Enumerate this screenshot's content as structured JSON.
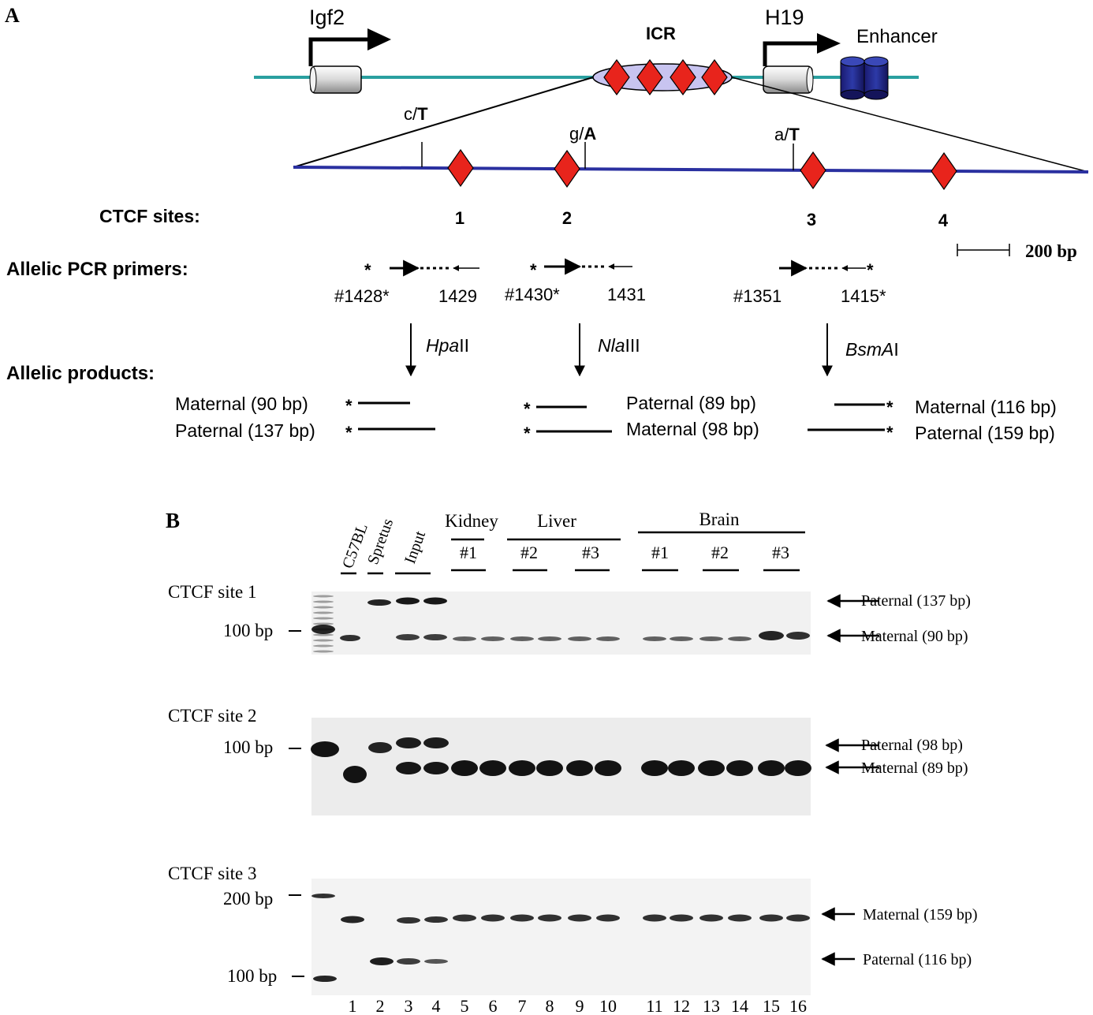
{
  "panel_a": {
    "label": "A",
    "genes": {
      "igf2": "Igf2",
      "h19": "H19",
      "icr": "ICR",
      "enhancer": "Enhancer"
    },
    "snps": [
      {
        "lower": "c/",
        "upper": "T"
      },
      {
        "lower": "g/",
        "upper": "A"
      },
      {
        "lower": "a/",
        "upper": "T"
      }
    ],
    "ctcf_label": "CTCF sites:",
    "ctcf_sites": [
      "1",
      "2",
      "3",
      "4"
    ],
    "scale_bar": "200 bp",
    "primers_label": "Allelic  PCR primers:",
    "primers": [
      {
        "fwd": "#1428*",
        "rev": "1429",
        "enzyme_it": "Hpa",
        "enzyme_rest": "II"
      },
      {
        "fwd": "#1430*",
        "rev": "1431",
        "enzyme_it": "Nla",
        "enzyme_rest": "III"
      },
      {
        "fwd": "#1351",
        "rev": "1415*",
        "enzyme_it": "BsmA",
        "enzyme_rest": "I"
      }
    ],
    "products_label": "Allelic products:",
    "products": [
      {
        "top": "Maternal (90 bp)",
        "bottom": "Paternal (137 bp)"
      },
      {
        "top": "Paternal (89 bp)",
        "bottom": "Maternal (98 bp)"
      },
      {
        "top": "Maternal (116 bp)",
        "bottom": "Paternal (159 bp)"
      }
    ],
    "star": "*"
  },
  "panel_b": {
    "label": "B",
    "lane_headers": {
      "c57bl": "C57BL",
      "spretus": "Spretus",
      "input": "Input",
      "kidney": "Kidney",
      "liver": "Liver",
      "brain": "Brain",
      "kidney_1": "#1",
      "liver_2": "#2",
      "liver_3": "#3",
      "brain_1": "#1",
      "brain_2": "#2",
      "brain_3": "#3"
    },
    "gels": [
      {
        "title": "CTCF site 1",
        "markers": [
          "100 bp"
        ],
        "bands": [
          "Paternal (137 bp)",
          "Maternal (90 bp)"
        ]
      },
      {
        "title": "CTCF site 2",
        "markers": [
          "100 bp"
        ],
        "bands": [
          "Paternal (98 bp)",
          "Maternal (89 bp)"
        ]
      },
      {
        "title": "CTCF site 3",
        "markers": [
          "200 bp",
          "100 bp"
        ],
        "bands": [
          "Maternal (159 bp)",
          "Paternal (116 bp)"
        ]
      }
    ],
    "lane_numbers": [
      "1",
      "2",
      "3",
      "4",
      "5",
      "6",
      "7",
      "8",
      "9",
      "10",
      "11",
      "12",
      "13",
      "14",
      "15",
      "16"
    ]
  }
}
